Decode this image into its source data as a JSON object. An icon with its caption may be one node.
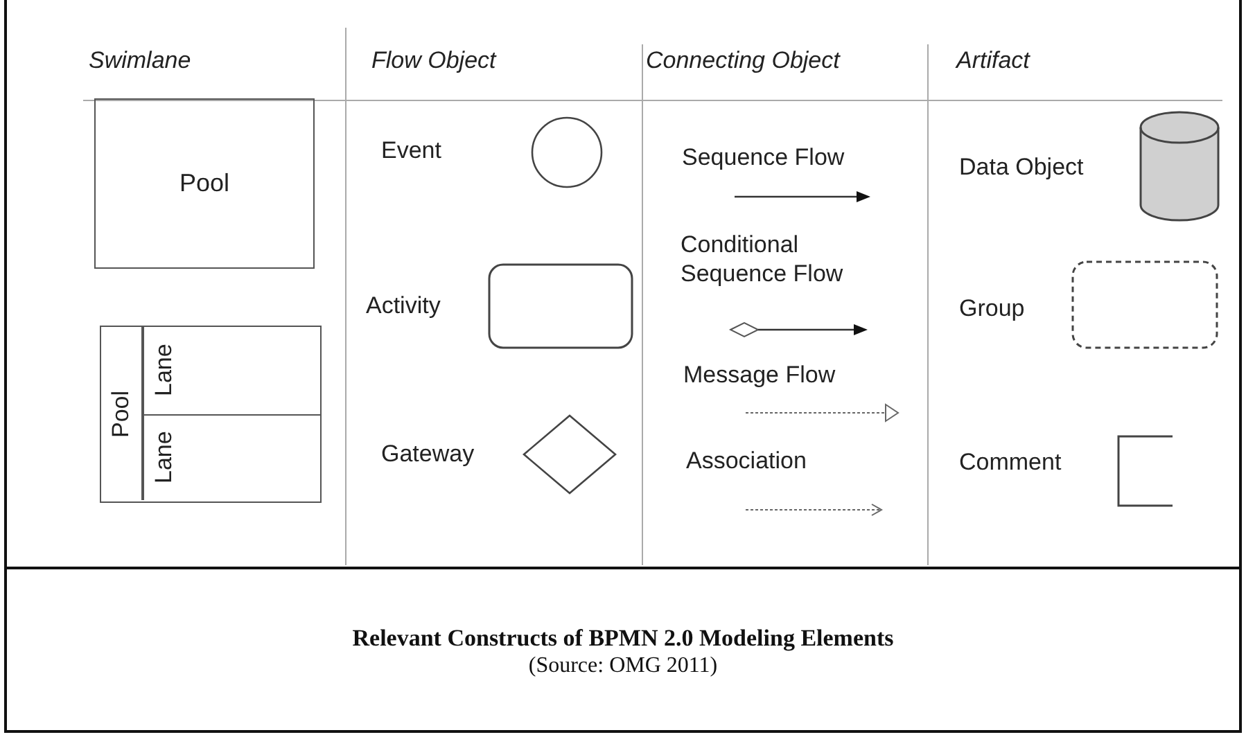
{
  "diagram": {
    "title": "Relevant Constructs of BPMN 2.0 Modeling Elements",
    "caption": "(Source: OMG 2011)",
    "nodes": [
      {
        "text": [
          "Pool"
        ]
      },
      {
        "text": [
          "Pool"
        ]
      },
      {
        "text": [
          "Lane"
        ],
        "in": 1
      },
      {
        "text": [
          "Lane"
        ],
        "in": 1
      },
      {
        "text": [],
        "shape": "circle",
        "beside": [
          "Event"
        ]
      },
      {
        "text": [],
        "shape": "box",
        "beside": [
          "Activity"
        ]
      },
      {
        "text": [],
        "shape": "diamond",
        "beside": [
          "Gateway"
        ]
      },
      {
        "text": [],
        "shape": "cylinder",
        "beside": [
          "Data Object"
        ]
      },
      {
        "text": [],
        "shape": "box",
        "beside": [
          "Group"
        ]
      },
      {
        "text": [],
        "shape": "bracket",
        "beside": [
          "Comment"
        ]
      }
    ],
    "labels": [
      "Swimlane",
      "Flow Object",
      "Connecting Object",
      "Artifact",
      "Sequence Flow",
      "Conditional Sequence Flow",
      "Message Flow",
      "Association"
    ]
  }
}
